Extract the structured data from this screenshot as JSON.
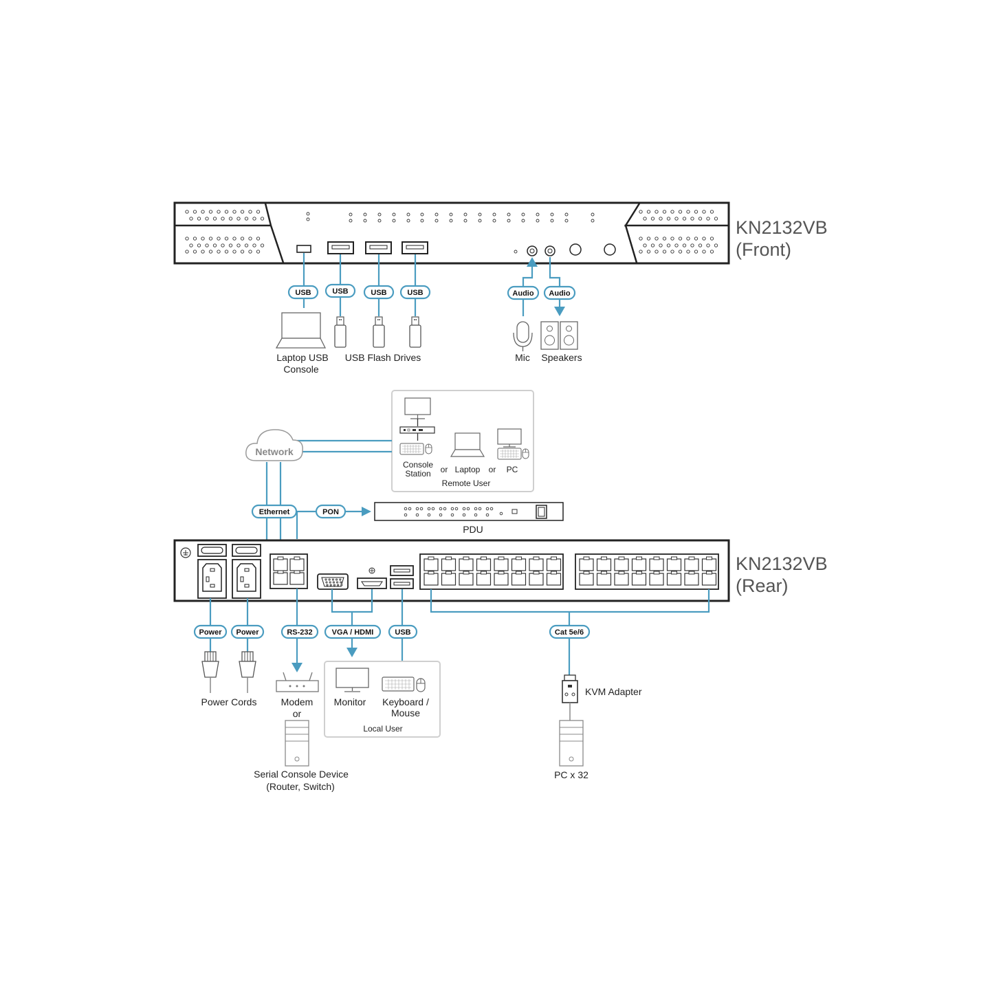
{
  "front": {
    "title_line1": "KN2132VB",
    "title_line2": "(Front)",
    "tags": {
      "usb1": "USB",
      "usb2": "USB",
      "usb3": "USB",
      "usb4": "USB",
      "audio1": "Audio",
      "audio2": "Audio"
    },
    "labels": {
      "laptop_line1": "Laptop USB",
      "laptop_line2": "Console",
      "flash": "USB Flash Drives",
      "mic": "Mic",
      "speakers": "Speakers"
    }
  },
  "network": {
    "cloud": "Network",
    "remote": {
      "console_line1": "Console",
      "console_line2": "Station",
      "or1": "or",
      "laptop": "Laptop",
      "or2": "or",
      "pc": "PC",
      "caption": "Remote User"
    },
    "tags": {
      "ethernet": "Ethernet",
      "pon": "PON"
    },
    "pdu": "PDU"
  },
  "rear": {
    "title_line1": "KN2132VB",
    "title_line2": "(Rear)",
    "tags": {
      "power1": "Power",
      "power2": "Power",
      "rs232": "RS-232",
      "vga_hdmi": "VGA / HDMI",
      "usb": "USB",
      "cat": "Cat 5e/6"
    },
    "labels": {
      "power_cords": "Power Cords",
      "modem": "Modem",
      "or": "or",
      "serial_line1": "Serial Console Device",
      "serial_line2": "(Router, Switch)",
      "monitor": "Monitor",
      "kbm_line1": "Keyboard /",
      "kbm_line2": "Mouse",
      "local_user": "Local User",
      "kvm_adapter": "KVM Adapter",
      "pc32": "PC x 32"
    }
  },
  "colors": {
    "accent": "#4a9cc0",
    "outline": "#222222"
  }
}
